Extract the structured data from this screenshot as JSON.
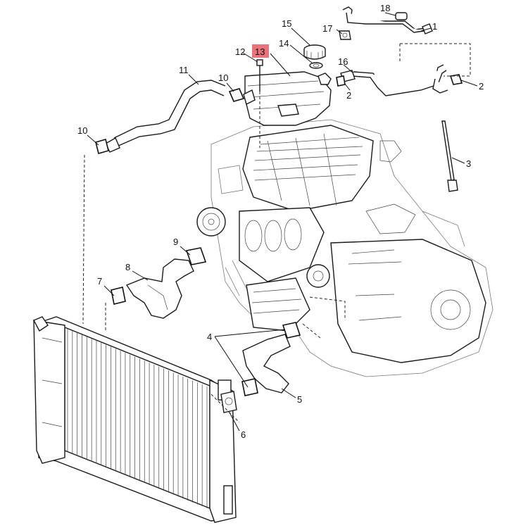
{
  "diagram": {
    "highlight_color": "#e8737a",
    "highlighted_callout": "13",
    "callouts": [
      {
        "id": "c1",
        "label": "1"
      },
      {
        "id": "c2a",
        "label": "2"
      },
      {
        "id": "c2b",
        "label": "2"
      },
      {
        "id": "c3",
        "label": "3"
      },
      {
        "id": "c4",
        "label": "4"
      },
      {
        "id": "c5",
        "label": "5"
      },
      {
        "id": "c6",
        "label": "6"
      },
      {
        "id": "c7",
        "label": "7"
      },
      {
        "id": "c8",
        "label": "8"
      },
      {
        "id": "c9",
        "label": "9"
      },
      {
        "id": "c10a",
        "label": "10"
      },
      {
        "id": "c10b",
        "label": "10"
      },
      {
        "id": "c11",
        "label": "11"
      },
      {
        "id": "c12",
        "label": "12"
      },
      {
        "id": "c13",
        "label": "13"
      },
      {
        "id": "c14",
        "label": "14"
      },
      {
        "id": "c15",
        "label": "15"
      },
      {
        "id": "c16",
        "label": "16"
      },
      {
        "id": "c17",
        "label": "17"
      },
      {
        "id": "c18",
        "label": "18"
      }
    ]
  }
}
